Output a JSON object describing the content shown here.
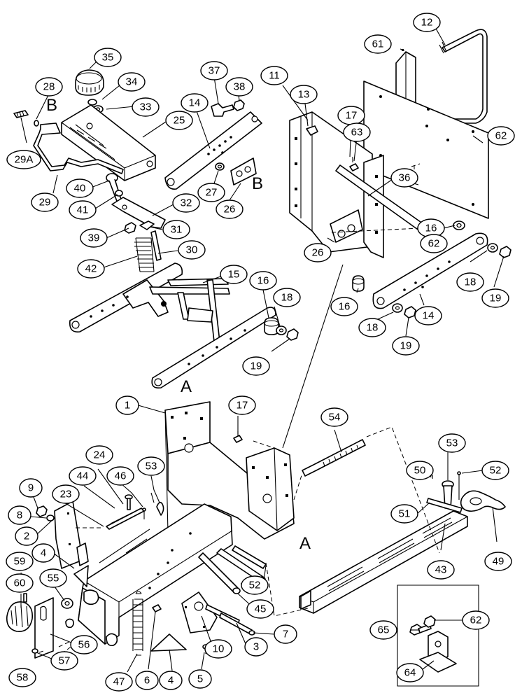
{
  "callouts": {
    "c1": "1",
    "c2": "2",
    "c3": "3",
    "c4a": "4",
    "c4b": "4",
    "c5": "5",
    "c6": "6",
    "c7": "7",
    "c8": "8",
    "c9": "9",
    "c10": "10",
    "c11": "11",
    "c12": "12",
    "c13": "13",
    "c14a": "14",
    "c14b": "14",
    "c15": "15",
    "c16a": "16",
    "c16b": "16",
    "c16c": "16",
    "c17a": "17",
    "c17b": "17",
    "c18a": "18",
    "c18b": "18",
    "c18c": "18",
    "c19a": "19",
    "c19b": "19",
    "c19c": "19",
    "c23": "23",
    "c24": "24",
    "c25": "25",
    "c26a": "26",
    "c26b": "26",
    "c27": "27",
    "c28": "28",
    "c29": "29",
    "c29a": "29A",
    "c30": "30",
    "c31": "31",
    "c32": "32",
    "c33": "33",
    "c34": "34",
    "c35": "35",
    "c36": "36",
    "c37": "37",
    "c38": "38",
    "c39": "39",
    "c40": "40",
    "c41": "41",
    "c42": "42",
    "c43": "43",
    "c44": "44",
    "c45": "45",
    "c46": "46",
    "c47": "47",
    "c49": "49",
    "c50": "50",
    "c51": "51",
    "c52a": "52",
    "c52b": "52",
    "c53a": "53",
    "c53b": "53",
    "c54": "54",
    "c55": "55",
    "c56": "56",
    "c57": "57",
    "c58": "58",
    "c59": "59",
    "c60": "60",
    "c61": "61",
    "c62a": "62",
    "c62b": "62",
    "c62c": "62",
    "c63": "63",
    "c64": "64",
    "c65": "65"
  },
  "letters": {
    "b_top_left": "B",
    "b_top_mid": "B",
    "a_mid": "A",
    "a_low": "A"
  }
}
